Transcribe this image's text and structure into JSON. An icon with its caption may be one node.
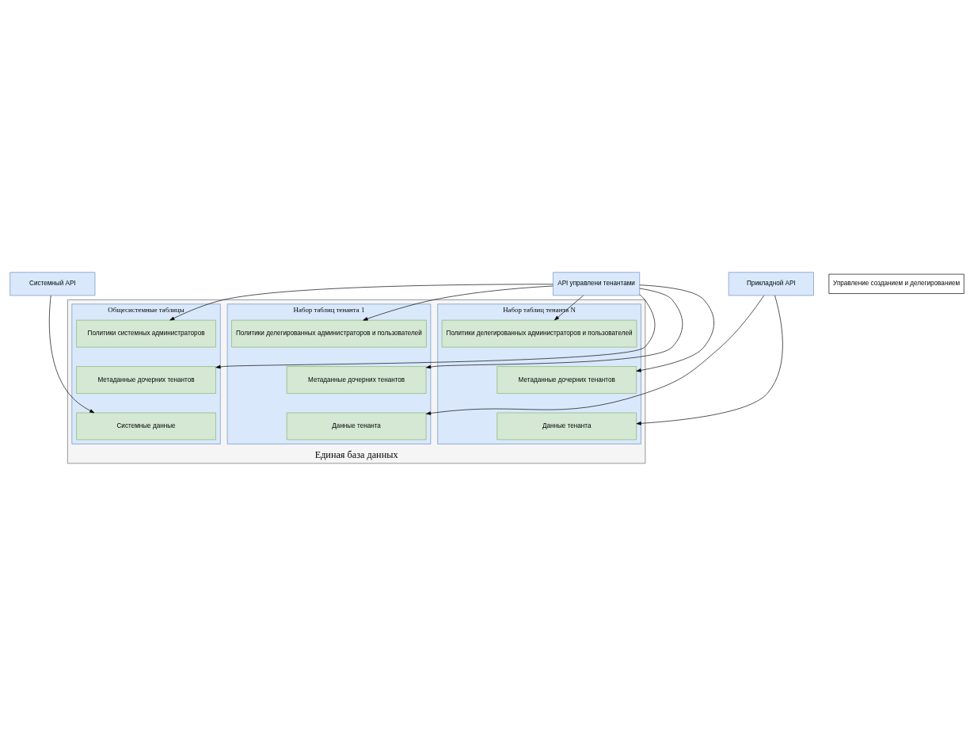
{
  "diagram": {
    "nodes": [
      {
        "text": [
          "Системный API"
        ]
      },
      {
        "text": [
          "API управлени тенантами"
        ]
      },
      {
        "text": [
          "Прикладной API"
        ]
      },
      {
        "text": [
          "Управление созданием и делегированием"
        ]
      },
      {
        "text": [
          "Единая база данных"
        ]
      },
      {
        "text": [
          "Общесистемные таблицы"
        ],
        "in": 4
      },
      {
        "text": [
          "Политики системных администраторов"
        ],
        "in": 5
      },
      {
        "text": [
          "Метаданные дочерних тенантов"
        ],
        "in": 5
      },
      {
        "text": [
          "Системные данные"
        ],
        "in": 5
      },
      {
        "text": [
          "Набор таблиц тенанта 1"
        ],
        "in": 4
      },
      {
        "text": [
          "Политики делегированных администраторов и пользователей"
        ],
        "in": 9
      },
      {
        "text": [
          "Метаданные дочерних тенантов"
        ],
        "in": 9
      },
      {
        "text": [
          "Данные тенанта"
        ],
        "in": 9
      },
      {
        "text": [
          "Набор таблиц тенанта N"
        ],
        "in": 4
      },
      {
        "text": [
          "Политики делегированных администраторов и пользователей"
        ],
        "in": 13
      },
      {
        "text": [
          "Метаданные дочерних тенантов"
        ],
        "in": 13
      },
      {
        "text": [
          "Данные тенанта"
        ],
        "in": 13
      }
    ],
    "edges": [
      {
        "from": 0,
        "to": 8,
        "arrow": "to"
      },
      {
        "from": 1,
        "to": 6,
        "arrow": "to"
      },
      {
        "from": 1,
        "to": 7,
        "arrow": "to"
      },
      {
        "from": 1,
        "to": 10,
        "arrow": "to"
      },
      {
        "from": 1,
        "to": 11,
        "arrow": "to"
      },
      {
        "from": 1,
        "to": 14,
        "arrow": "to"
      },
      {
        "from": 1,
        "to": 15,
        "arrow": "to"
      },
      {
        "from": 2,
        "to": 12,
        "arrow": "to"
      },
      {
        "from": 2,
        "to": 16,
        "arrow": "to"
      }
    ]
  }
}
